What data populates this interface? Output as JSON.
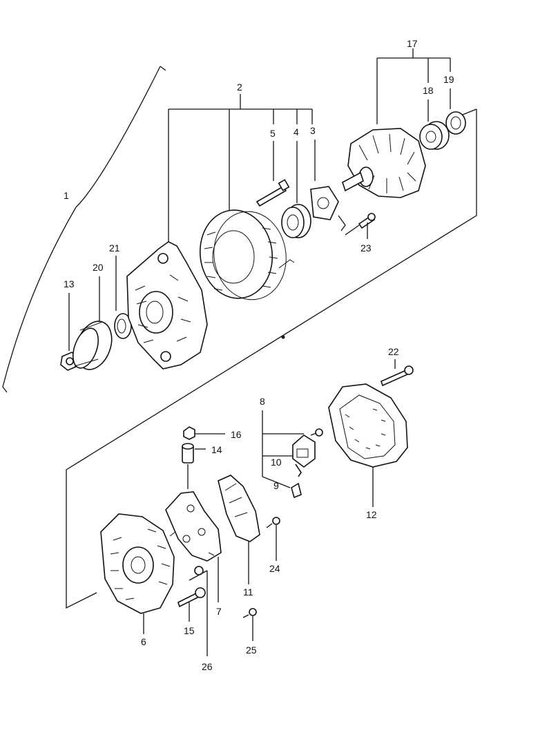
{
  "labels": {
    "n1": "1",
    "n2": "2",
    "n3": "3",
    "n4": "4",
    "n5": "5",
    "n6": "6",
    "n7": "7",
    "n8": "8",
    "n9": "9",
    "n10": "10",
    "n11": "11",
    "n12": "12",
    "n13": "13",
    "n14": "14",
    "n15": "15",
    "n16": "16",
    "n17": "17",
    "n18": "18",
    "n19": "19",
    "n20": "20",
    "n21": "21",
    "n22": "22",
    "n23": "23",
    "n24": "24",
    "n25": "25",
    "n26": "26"
  }
}
